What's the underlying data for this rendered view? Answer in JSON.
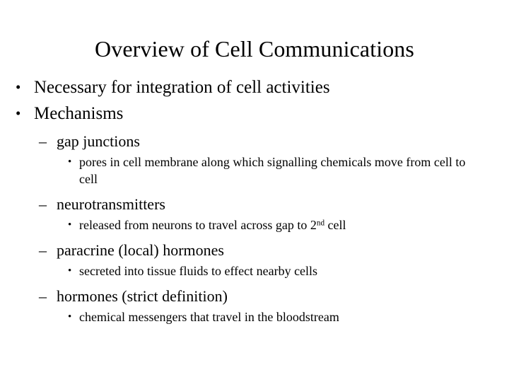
{
  "slide": {
    "title": "Overview of Cell Communications",
    "background_color": "#FFFFFF",
    "text_color": "#000000",
    "markers": {
      "level1": "•",
      "level2": "–",
      "level3": "•"
    },
    "bullets": {
      "necessary": "Necessary for integration of cell activities",
      "mechanisms": "Mechanisms",
      "gap_junctions": "gap junctions",
      "gap_junctions_detail": "pores in cell membrane along which signalling chemicals move from cell to cell",
      "neurotransmitters": "neurotransmitters",
      "neurotransmitters_detail_before": "released from neurons to travel across gap to 2",
      "neurotransmitters_detail_sup": "nd",
      "neurotransmitters_detail_after": " cell",
      "paracrine": "paracrine (local) hormones",
      "paracrine_detail": "secreted into tissue fluids to effect nearby cells",
      "hormones": "hormones (strict definition)",
      "hormones_detail": "chemical messengers that travel in the bloodstream"
    }
  }
}
